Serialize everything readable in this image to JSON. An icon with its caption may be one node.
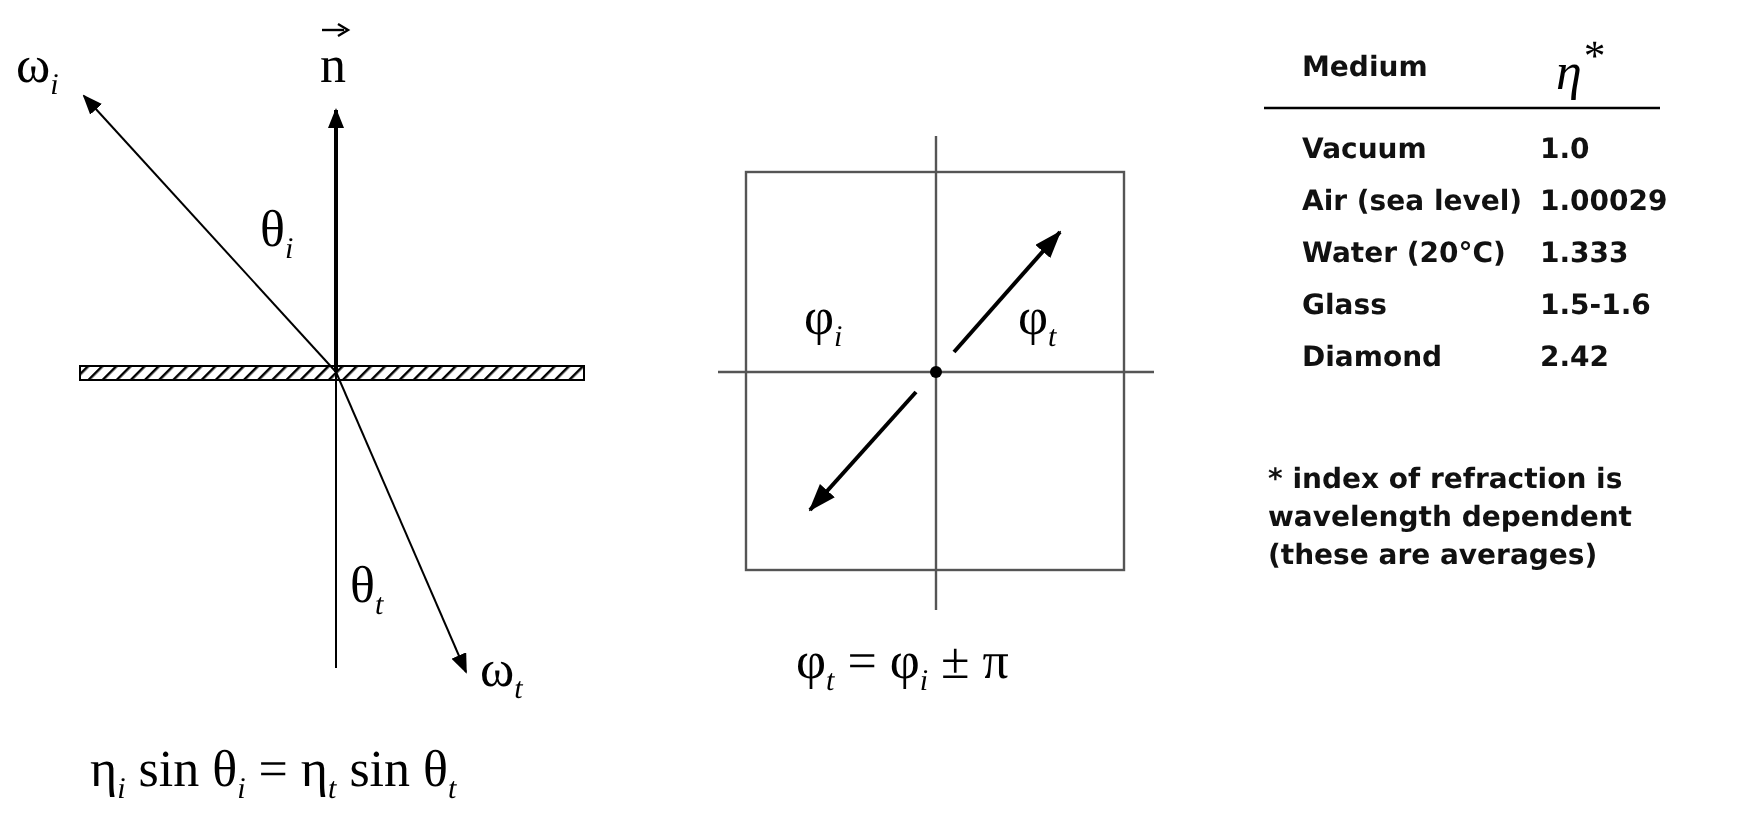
{
  "diagram": {
    "labels": [
      "ω$_{i}$",
      "n",
      "θ$_{i}$",
      "θ$_{t}$",
      "ω$_{t}$",
      "η$_{i}$ sin θ$_{i}$ = η$_{t}$ sin θ$_{t}$",
      "φ$_{i}$",
      "φ$_{t}$",
      "φ$_{t}$ = φ$_{i}$ ± π",
      "Medium",
      "η$^{*}$",
      "Vacuum",
      "1.0",
      "Air (sea level)",
      "1.00029",
      "Water (20°C)",
      "1.333",
      "Glass",
      "1.5-1.6",
      "Diamond",
      "2.42",
      "* index of refraction is wavelength dependent (these are averages)"
    ]
  }
}
